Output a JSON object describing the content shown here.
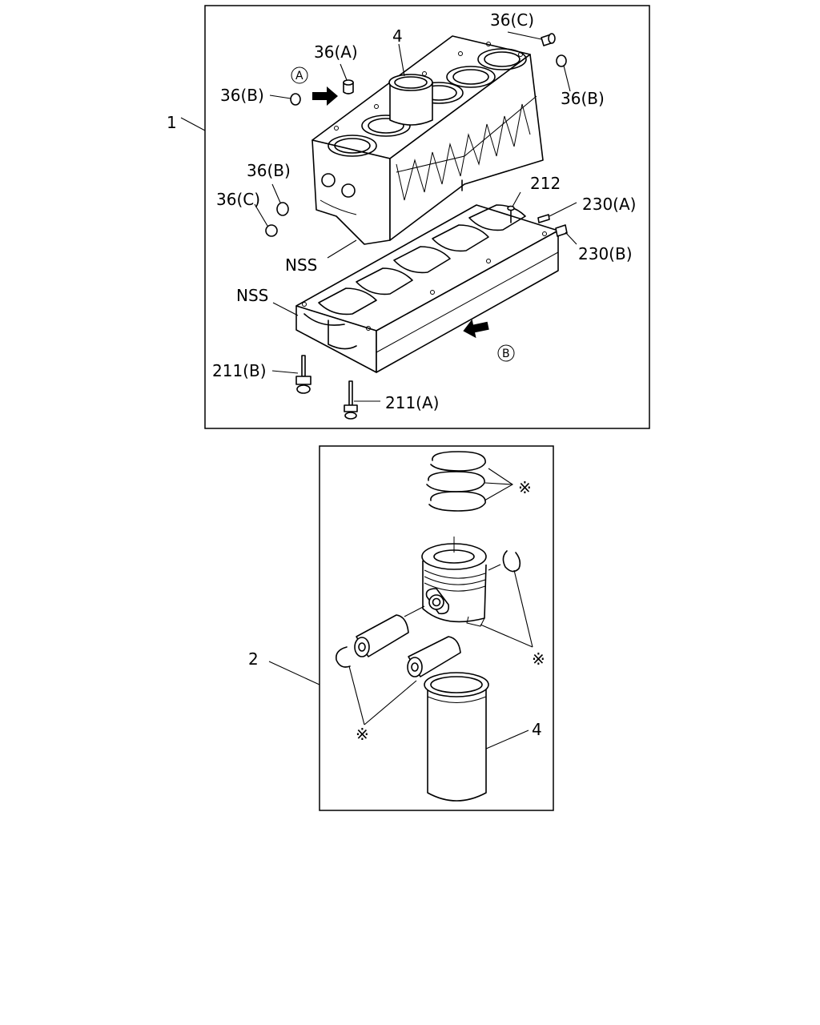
{
  "block_view": {
    "callout_1": "1",
    "callout_4": "4",
    "callout_36c_top": "36(C)",
    "callout_36a": "36(A)",
    "callout_36b_left": "36(B)",
    "callout_36b_right": "36(B)",
    "callout_36b_lower": "36(B)",
    "callout_36c_lower": "36(C)",
    "callout_212": "212",
    "callout_230a": "230(A)",
    "callout_230b": "230(B)",
    "callout_nss_upper": "NSS",
    "callout_nss_lower": "NSS",
    "callout_211b": "211(B)",
    "callout_211a": "211(A)",
    "view_marker_a": "A",
    "view_marker_b": "B"
  },
  "piston_view": {
    "callout_2": "2",
    "callout_4": "4",
    "asterisk_rings": "※",
    "asterisk_right": "※",
    "asterisk_left": "※"
  }
}
